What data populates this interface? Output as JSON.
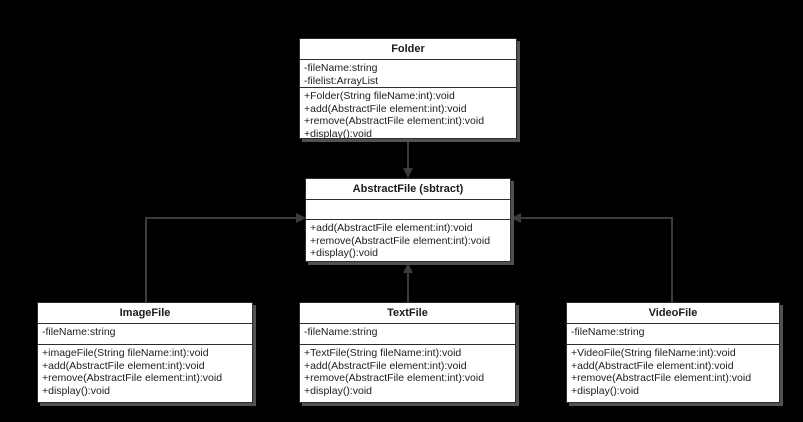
{
  "diagram": {
    "kind": "uml-class-diagram",
    "background_color": "#000000",
    "box_fill_color": "#ffffff",
    "box_border_color": "#2d2d2d",
    "box_shadow_color": "#515156",
    "connector_color": "#3b3b3b",
    "text_color": "#202020"
  },
  "classes": {
    "folder": {
      "name": "Folder",
      "attributes": [
        "-fileName:string",
        "-filelist:ArrayList"
      ],
      "methods": [
        "+Folder(String fileName:int):void",
        "+add(AbstractFile element:int):void",
        "+remove(AbstractFile element:int):void",
        "+display():void"
      ]
    },
    "abstractfile": {
      "name": "AbstractFile (sbtract)",
      "attributes": [],
      "methods": [
        "+add(AbstractFile element:int):void",
        "+remove(AbstractFile element:int):void",
        "+display():void"
      ]
    },
    "imagefile": {
      "name": "ImageFile",
      "attributes": [
        "-fileName:string"
      ],
      "methods": [
        "+imageFile(String fileName:int):void",
        "+add(AbstractFile element:int):void",
        "+remove(AbstractFile element:int):void",
        "+display():void"
      ]
    },
    "textfile": {
      "name": "TextFile",
      "attributes": [
        "-fileName:string"
      ],
      "methods": [
        "+TextFile(String fileName:int):void",
        "+add(AbstractFile element:int):void",
        "+remove(AbstractFile element:int):void",
        "+display():void"
      ]
    },
    "videofile": {
      "name": "VideoFile",
      "attributes": [
        "-fileName:string"
      ],
      "methods": [
        "+VideoFile(String fileName:int):void",
        "+add(AbstractFile element:int):void",
        "+remove(AbstractFile element:int):void",
        "+display():void"
      ]
    }
  },
  "relationships": [
    {
      "from": "Folder",
      "to": "AbstractFile (sbtract)",
      "type": "directed-association",
      "arrow": "solid-filled",
      "enters": "top"
    },
    {
      "from": "ImageFile",
      "to": "AbstractFile (sbtract)",
      "type": "directed-association",
      "arrow": "solid-filled",
      "enters": "left"
    },
    {
      "from": "TextFile",
      "to": "AbstractFile (sbtract)",
      "type": "directed-association",
      "arrow": "solid-filled",
      "enters": "bottom"
    },
    {
      "from": "VideoFile",
      "to": "AbstractFile (sbtract)",
      "type": "directed-association",
      "arrow": "solid-filled",
      "enters": "right"
    }
  ]
}
